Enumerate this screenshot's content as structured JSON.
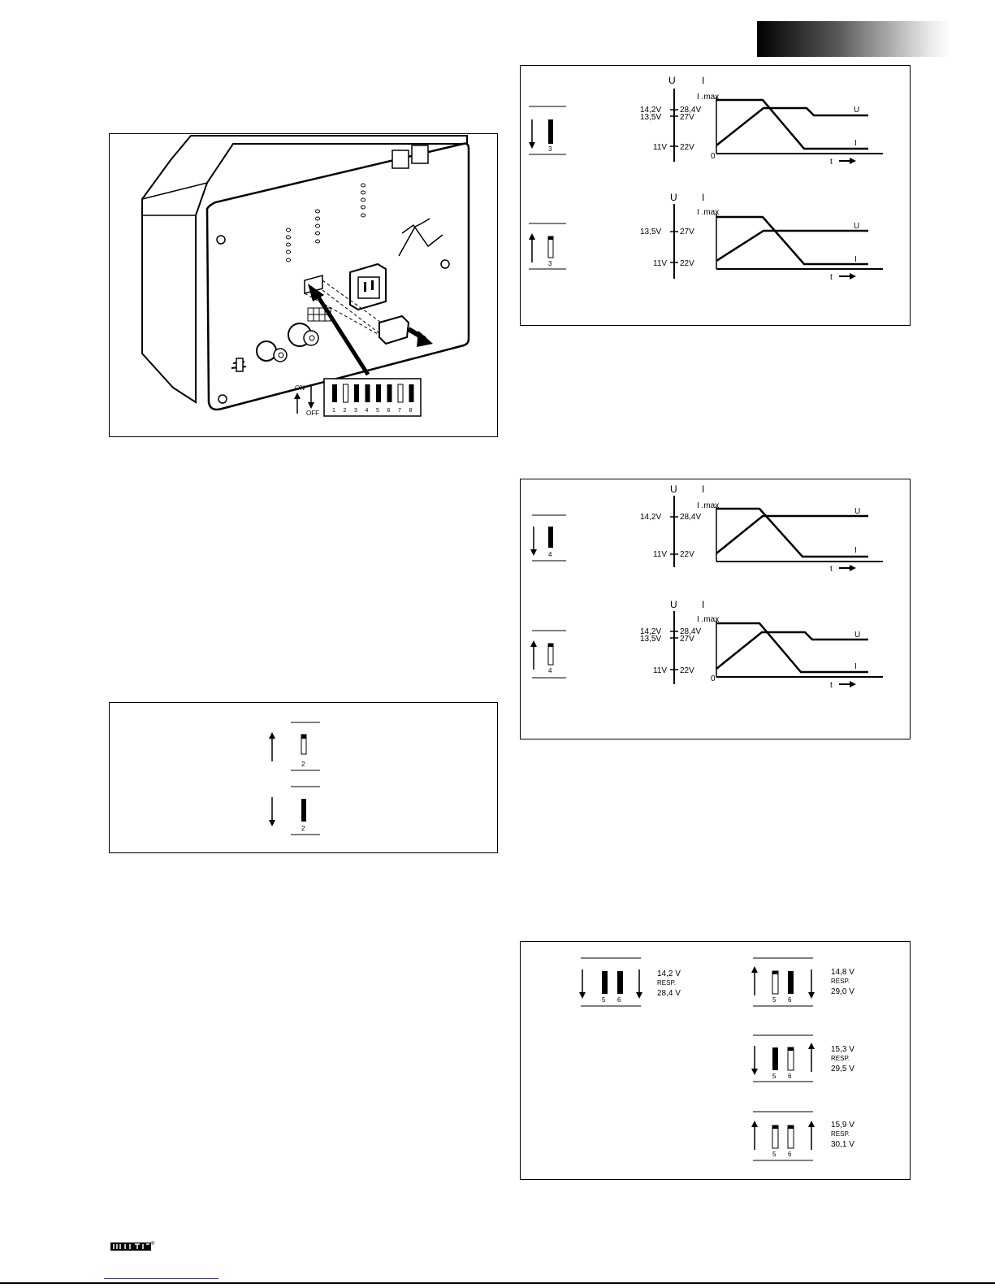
{
  "logo": {
    "text": "mastervolt"
  },
  "illustration": {
    "dip_legend": {
      "on": "ON",
      "off": "OFF",
      "switch_numbers": [
        "1",
        "2",
        "3",
        "4",
        "5",
        "6",
        "7",
        "8"
      ]
    }
  },
  "switch2_panel": {
    "number": "2"
  },
  "switch3_panel": {
    "number": "3",
    "off_chart": {
      "u_label": "U",
      "i_label": "I",
      "imax": "I .max",
      "v_high": "14,2V",
      "i_high": "28,4V",
      "v_mid": "13,5V",
      "i_mid": "27V",
      "v_low": "11V",
      "i_low": "22V",
      "zero": "0",
      "curve_u": "U",
      "curve_i": "I",
      "t_label": "t"
    },
    "on_chart": {
      "u_label": "U",
      "i_label": "I",
      "imax": "I .max",
      "v_mid": "13,5V",
      "i_mid": "27V",
      "v_low": "11V",
      "i_low": "22V",
      "curve_u": "U",
      "curve_i": "I",
      "t_label": "t"
    }
  },
  "switch4_panel": {
    "number": "4",
    "off_chart": {
      "u_label": "U",
      "i_label": "I",
      "imax": "I .max",
      "v_high": "14,2V",
      "i_high": "28,4V",
      "v_low": "11V",
      "i_low": "22V",
      "curve_u": "U",
      "curve_i": "I",
      "t_label": "t"
    },
    "on_chart": {
      "u_label": "U",
      "i_label": "I",
      "imax": "I .max",
      "v_high": "14,2V",
      "i_high": "28,4V",
      "v_mid": "13,5V",
      "i_mid": "27V",
      "v_low": "11V",
      "i_low": "22V",
      "zero": "0",
      "curve_u": "U",
      "curve_i": "I",
      "t_label": "t"
    }
  },
  "switch56_panel": {
    "sw5": "5",
    "sw6": "6",
    "resp": "RESP.",
    "options": [
      {
        "v12": "14,2 V",
        "v24": "28,4 V"
      },
      {
        "v12": "14,8 V",
        "v24": "29,0 V"
      },
      {
        "v12": "15,3 V",
        "v24": "29,5 V"
      },
      {
        "v12": "15,9 V",
        "v24": "30,1 V"
      }
    ]
  }
}
